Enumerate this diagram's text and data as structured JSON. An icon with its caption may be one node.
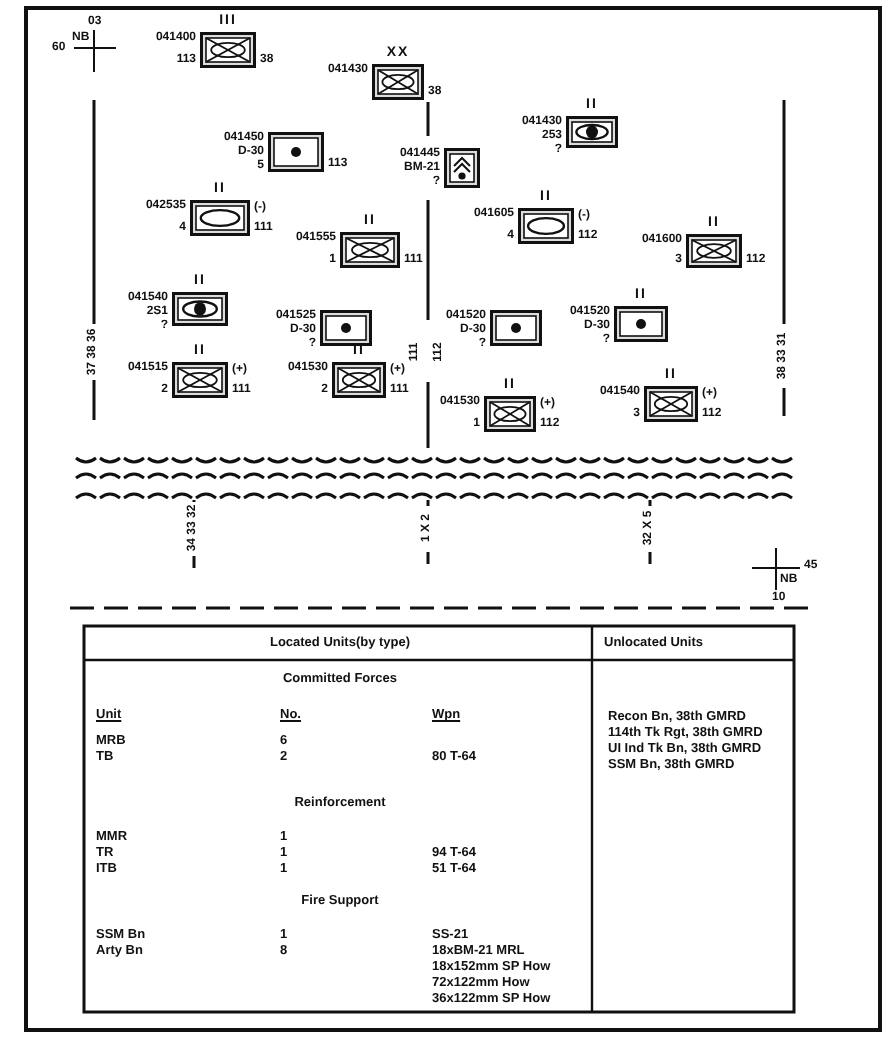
{
  "diagram": {
    "nodes": [
      {
        "text": [
          "III",
          "041400",
          "113",
          "38"
        ]
      },
      {
        "text": [
          "XX",
          "041430",
          "38"
        ]
      },
      {
        "text": [
          "041450",
          "D-30",
          "5",
          "113"
        ]
      },
      {
        "text": [
          "041445",
          "BM-21",
          "?"
        ]
      },
      {
        "text": [
          "II",
          "041430",
          "253",
          "?"
        ]
      },
      {
        "text": [
          "II",
          "042535",
          "(-)",
          "4",
          "111"
        ]
      },
      {
        "text": [
          "II",
          "041555",
          "1",
          "111"
        ]
      },
      {
        "text": [
          "II",
          "041605",
          "(-)",
          "4",
          "112"
        ]
      },
      {
        "text": [
          "II",
          "041600",
          "3",
          "112"
        ]
      },
      {
        "text": [
          "II",
          "041540",
          "2S1",
          "?"
        ]
      },
      {
        "text": [
          "041525",
          "D-30",
          "?"
        ]
      },
      {
        "text": [
          "041520",
          "D-30",
          "?"
        ]
      },
      {
        "text": [
          "II",
          "041520",
          "D-30",
          "?"
        ]
      },
      {
        "text": [
          "II",
          "041515",
          "(+)",
          "2",
          "111"
        ]
      },
      {
        "text": [
          "II",
          "041530",
          "(+)",
          "2",
          "111"
        ]
      },
      {
        "text": [
          "II",
          "041530",
          "(+)",
          "1",
          "112"
        ]
      },
      {
        "text": [
          "II",
          "041540",
          "(+)",
          "3",
          "112"
        ]
      }
    ],
    "labels": [
      "03",
      "NB",
      "60",
      "37 38 36",
      "111",
      "112",
      "38 33 31",
      "34 33 32",
      "1 X 2",
      "32 X 5",
      "45",
      "NB",
      "10",
      "Located Units(by type)",
      "Unlocated Units",
      "Committed Forces",
      "Unit",
      "No.",
      "Wpn",
      "Recon Bn, 38th GMRD",
      "114th Tk Rgt, 38th GMRD",
      "MRB",
      "6",
      "UI Ind Tk Bn, 38th GMRD",
      "TB",
      "2",
      "80 T-64",
      "SSM Bn, 38th GMRD",
      "Reinforcement",
      "MMR",
      "1",
      "TR",
      "1",
      "94 T-64",
      "ITB",
      "1",
      "51 T-64",
      "Fire Support",
      "SSM Bn",
      "1",
      "SS-21",
      "Arty Bn",
      "8",
      "18xBM-21 MRL",
      "18x152mm SP How",
      "72x122mm How",
      "36x122mm SP How"
    ]
  }
}
